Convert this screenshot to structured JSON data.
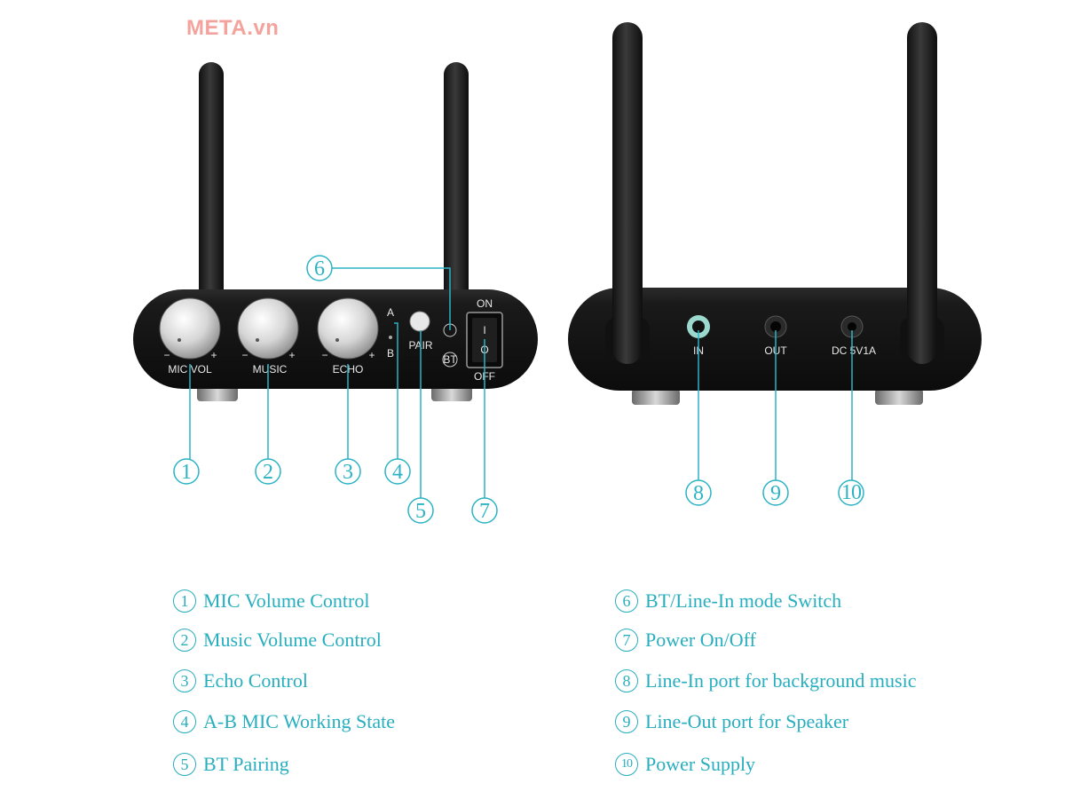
{
  "watermark": "META.vn",
  "front_panel": {
    "knobs": [
      "MIC VOL",
      "MUSIC",
      "ECHO"
    ],
    "minus": "−",
    "plus": "+",
    "mode_a": "A",
    "mode_b": "B",
    "pair": "PAIR",
    "bt": "BT",
    "on": "ON",
    "off": "OFF",
    "switch_on_mark": "I",
    "switch_off_mark": "O"
  },
  "back_panel": {
    "in": "IN",
    "out": "OUT",
    "dc": "DC 5V1A"
  },
  "callouts": [
    "1",
    "2",
    "3",
    "4",
    "5",
    "6",
    "7",
    "8",
    "9",
    "10"
  ],
  "legend": [
    {
      "num": "1",
      "text": "MIC Volume Control"
    },
    {
      "num": "2",
      "text": "Music Volume Control"
    },
    {
      "num": "3",
      "text": "Echo Control"
    },
    {
      "num": "4",
      "text": "A-B MIC Working State"
    },
    {
      "num": "5",
      "text": "BT Pairing"
    },
    {
      "num": "6",
      "text": "BT/Line-In mode Switch"
    },
    {
      "num": "7",
      "text": "Power On/Off"
    },
    {
      "num": "8",
      "text": "Line-In port for background music"
    },
    {
      "num": "9",
      "text": "Line-Out port for Speaker"
    },
    {
      "num": "10",
      "text": "Power Supply"
    }
  ],
  "colors": {
    "accent": "#27aebf",
    "device": "#1a1a1a",
    "watermark": "#f4a39c"
  }
}
